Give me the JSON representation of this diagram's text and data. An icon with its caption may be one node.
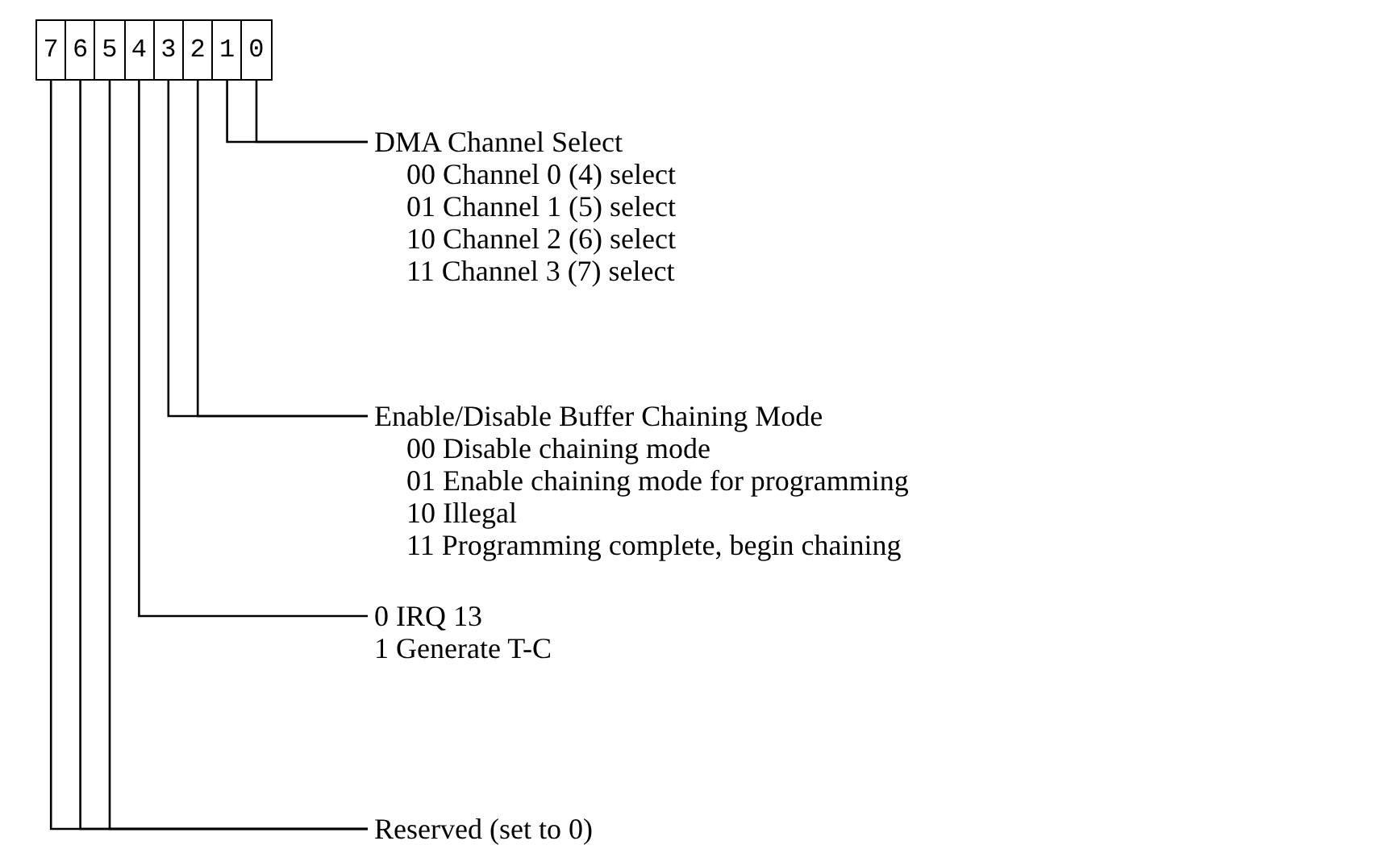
{
  "diagram": {
    "nodes": [
      {
        "text": [
          "7"
        ]
      },
      {
        "text": [
          "6"
        ]
      },
      {
        "text": [
          "5"
        ]
      },
      {
        "text": [
          "4"
        ]
      },
      {
        "text": [
          "3"
        ]
      },
      {
        "text": [
          "2"
        ]
      },
      {
        "text": [
          "1"
        ]
      },
      {
        "text": [
          "0"
        ]
      },
      {
        "text": [
          "DMA Channel Select",
          "00 Channel 0 (4) select",
          "01 Channel 1 (5) select",
          "10 Channel 2 (6) select",
          "11 Channel 3 (7) select"
        ]
      },
      {
        "text": [
          "Enable/Disable Buffer Chaining Mode",
          "00 Disable chaining mode",
          "01 Enable chaining mode for programming",
          "10 Illegal",
          "11 Programming complete, begin chaining"
        ]
      },
      {
        "text": [
          "0 IRQ 13",
          "1 Generate T-C"
        ]
      },
      {
        "text": [
          "Reserved (set to 0)"
        ]
      }
    ],
    "edges": [
      {
        "from": 6,
        "to": 8,
        "arrow": "none"
      },
      {
        "from": 7,
        "to": 8,
        "arrow": "none"
      },
      {
        "from": 4,
        "to": 9,
        "arrow": "none"
      },
      {
        "from": 5,
        "to": 9,
        "arrow": "none"
      },
      {
        "from": 3,
        "to": 10,
        "arrow": "none"
      },
      {
        "from": 0,
        "to": 11,
        "arrow": "none"
      },
      {
        "from": 1,
        "to": 11,
        "arrow": "none"
      },
      {
        "from": 2,
        "to": 11,
        "arrow": "none"
      }
    ]
  }
}
